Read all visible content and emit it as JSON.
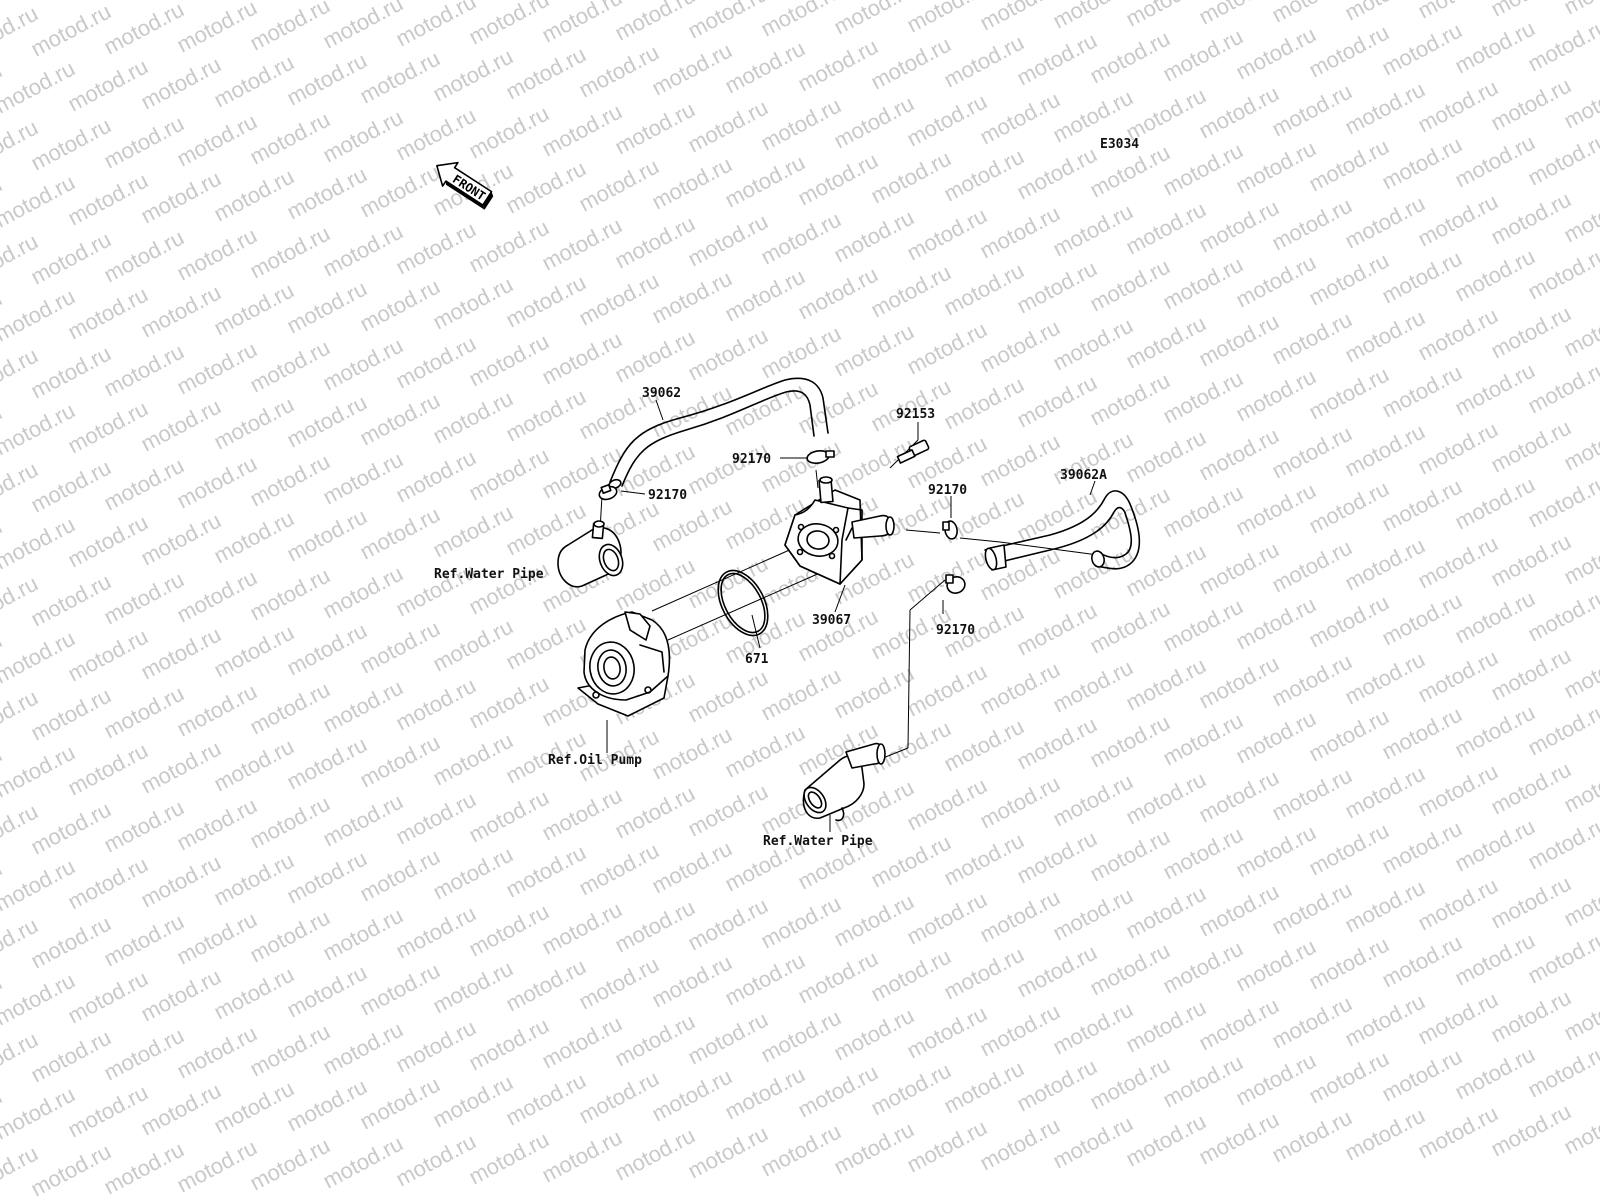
{
  "diagram": {
    "code": "E3034",
    "front_label": "FRONT",
    "watermark": "motod.ru",
    "callouts": {
      "hose_upper": "39062",
      "clamp_upper_left": "92170",
      "clamp_upper_right": "92170",
      "bolt": "92153",
      "clamp_right_top": "92170",
      "hose_right": "39062A",
      "clamp_right_bottom": "92170",
      "oil_cooler": "39067",
      "o_ring": "671",
      "ref_water_pipe_upper": "Ref.Water Pipe",
      "ref_oil_pump": "Ref.Oil Pump",
      "ref_water_pipe_lower": "Ref.Water Pipe"
    }
  }
}
